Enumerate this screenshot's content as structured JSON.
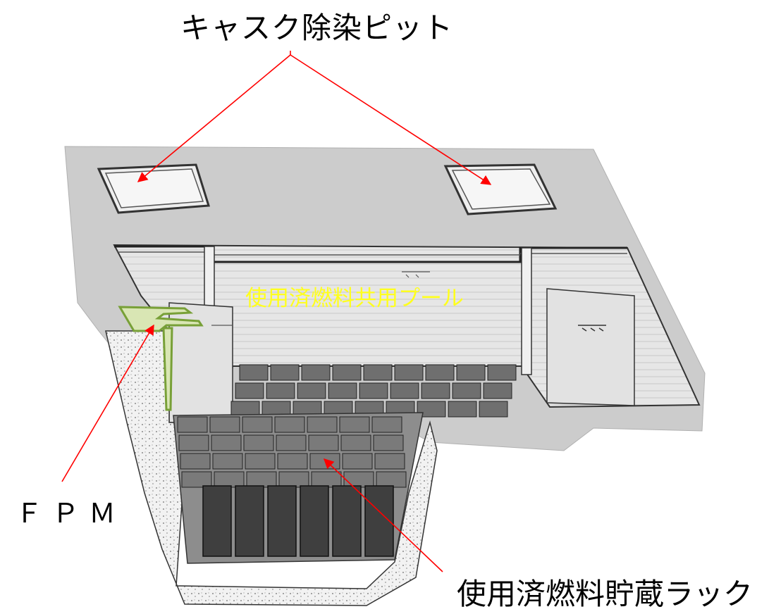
{
  "labels": {
    "cask_pit": "キャスク除染ピット",
    "common_pool": "使用済燃料共用プール",
    "fpm": "ＦＰＭ",
    "storage_rack": "使用済燃料貯蔵ラック"
  },
  "colors": {
    "leader_line": "#ff0000",
    "pool_label": "#ffff1e",
    "fpm_fill": "#d9e6b4",
    "fpm_stroke": "#78a037",
    "floor": "#c9c9c9",
    "wall": "#e4e4e4",
    "rack": "#4a4a4a"
  }
}
